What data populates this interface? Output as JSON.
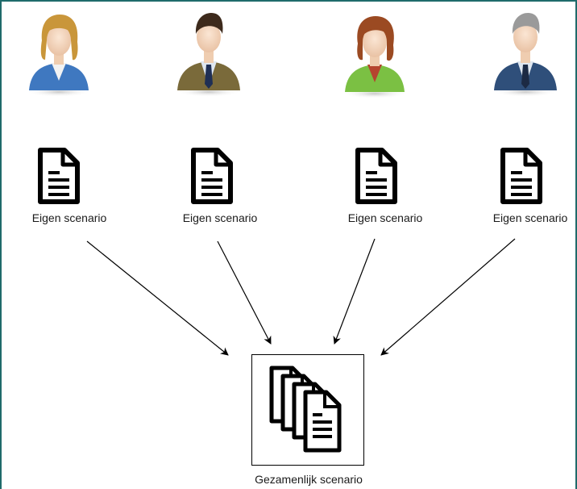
{
  "persons": [
    {
      "id": "woman-blue",
      "scenario_label": "Eigen scenario",
      "suit_color": "#3f78c0",
      "hair_color": "#c9963a"
    },
    {
      "id": "man-olive",
      "scenario_label": "Eigen scenario",
      "suit_color": "#7a6a3a",
      "hair_color": "#3d2a1c"
    },
    {
      "id": "woman-green",
      "scenario_label": "Eigen scenario",
      "suit_color": "#7bc043",
      "hair_color": "#9b4a22"
    },
    {
      "id": "man-navy",
      "scenario_label": "Eigen scenario",
      "suit_color": "#2f4f7a",
      "hair_color": "#9a9a9a"
    }
  ],
  "combined": {
    "label": "Gezamenlijk scenario"
  },
  "colors": {
    "border": "#1f6b6b",
    "lines": "#000000"
  }
}
